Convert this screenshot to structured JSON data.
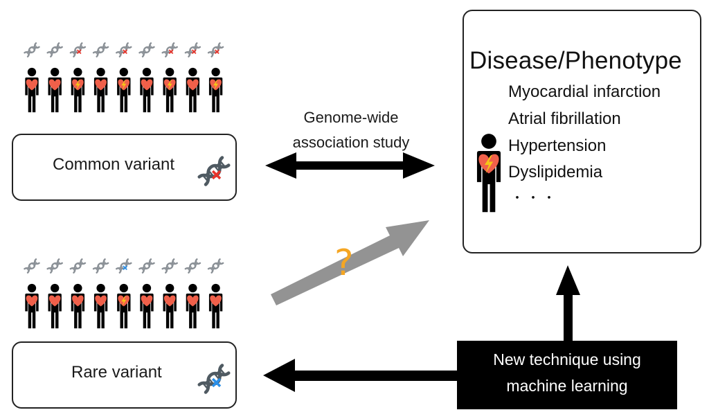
{
  "diagram": {
    "common_group": {
      "label": "Common variant",
      "people": [
        {
          "variant": false,
          "affected": false
        },
        {
          "variant": false,
          "affected": false
        },
        {
          "variant": true,
          "affected": true
        },
        {
          "variant": false,
          "affected": false
        },
        {
          "variant": true,
          "affected": true
        },
        {
          "variant": false,
          "affected": false
        },
        {
          "variant": true,
          "affected": true
        },
        {
          "variant": true,
          "affected": false
        },
        {
          "variant": true,
          "affected": true
        }
      ],
      "mark_color": "#e8332a"
    },
    "rare_group": {
      "label": "Rare variant",
      "people": [
        {
          "variant": false,
          "affected": false
        },
        {
          "variant": false,
          "affected": false
        },
        {
          "variant": false,
          "affected": false
        },
        {
          "variant": false,
          "affected": false
        },
        {
          "variant": true,
          "affected": true
        },
        {
          "variant": false,
          "affected": false
        },
        {
          "variant": false,
          "affected": false
        },
        {
          "variant": false,
          "affected": false
        },
        {
          "variant": false,
          "affected": false
        }
      ],
      "mark_color": "#2a8fe8"
    },
    "gwas": {
      "line1": "Genome-wide",
      "line2": "association study"
    },
    "question_mark": "?",
    "phenotype": {
      "title": "Disease/Phenotype",
      "items": [
        "Myocardial infarction",
        "Atrial fibrillation",
        "Hypertension",
        "Dyslipidemia"
      ],
      "ellipsis": "・ ・ ・"
    },
    "ml_box": {
      "line1": "New technique using",
      "line2": "machine learning"
    },
    "colors": {
      "heart": "#f0604a",
      "bolt": "#f5c518",
      "dna": "#8a9096",
      "dna_dark": "#4f5a62",
      "question": "#f5a623",
      "gray_arrow": "#939393"
    }
  }
}
